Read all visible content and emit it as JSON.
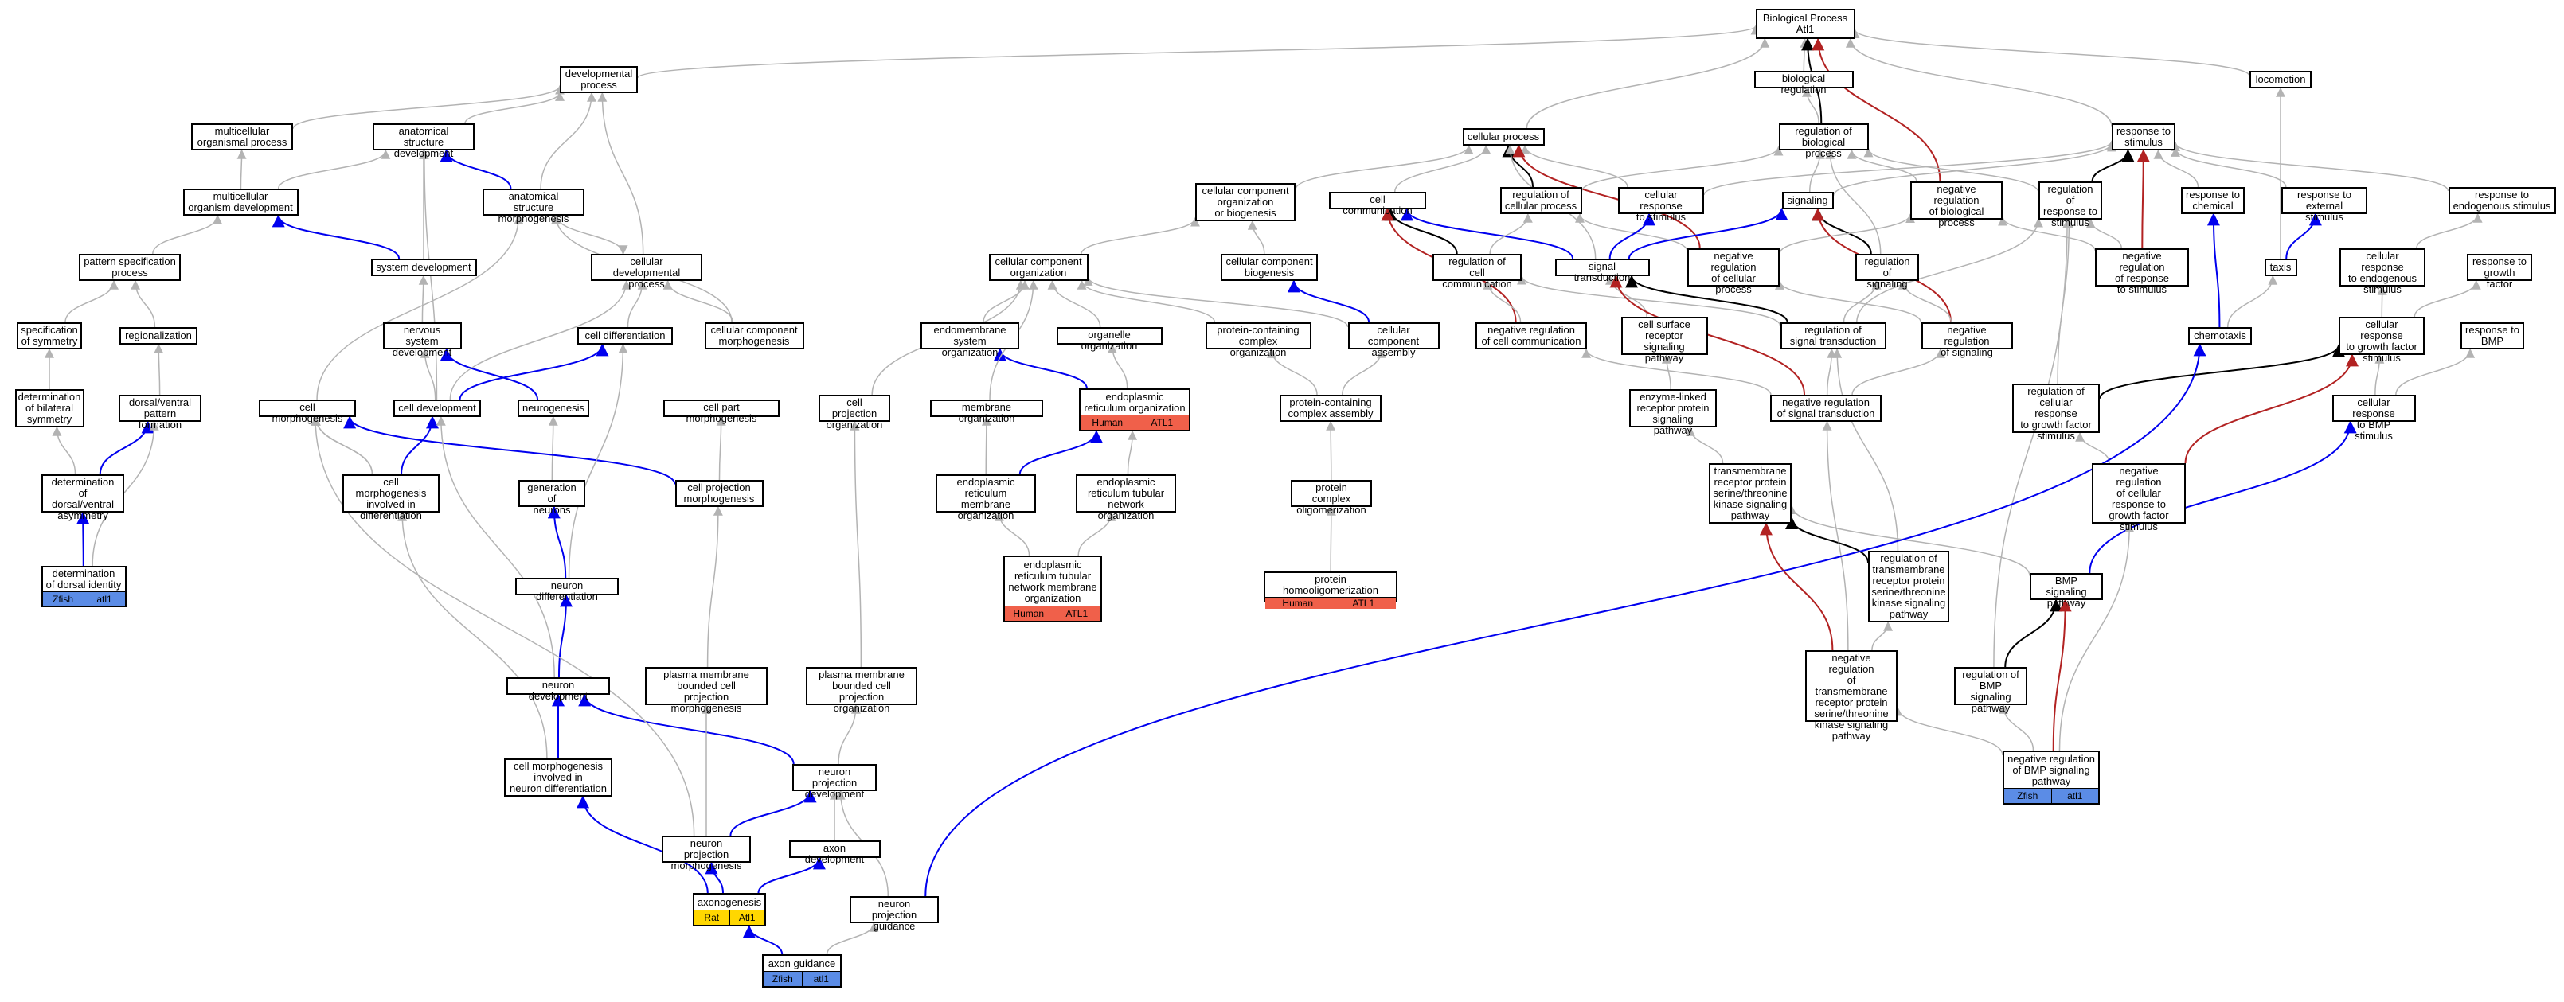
{
  "colors": {
    "gray": "#b3b3b3",
    "black": "#000000",
    "blue": "#0000ee",
    "red": "#b22222",
    "human": "#f0604a",
    "zfish": "#5b8ce6",
    "rat": "#ffd700"
  },
  "nodes": [
    {
      "id": "bp",
      "label": "Biological Process\nAtl1"
    },
    {
      "id": "dev",
      "label": "developmental\nprocess"
    },
    {
      "id": "breg",
      "label": "biological regulation"
    },
    {
      "id": "loc",
      "label": "locomotion"
    },
    {
      "id": "mop",
      "label": "multicellular\norganismal process"
    },
    {
      "id": "asd",
      "label": "anatomical structure\ndevelopment"
    },
    {
      "id": "cp",
      "label": "cellular process"
    },
    {
      "id": "rbp",
      "label": "regulation of\nbiological process"
    },
    {
      "id": "rts",
      "label": "response to\nstimulus"
    },
    {
      "id": "mod",
      "label": "multicellular\norganism development"
    },
    {
      "id": "asm",
      "label": "anatomical structure\nmorphogenesis"
    },
    {
      "id": "ccob",
      "label": "cellular component\norganization\nor biogenesis"
    },
    {
      "id": "cc",
      "label": "cell communication"
    },
    {
      "id": "rcp",
      "label": "regulation of\ncellular process"
    },
    {
      "id": "crs",
      "label": "cellular response\nto stimulus"
    },
    {
      "id": "sig",
      "label": "signaling"
    },
    {
      "id": "nrbp",
      "label": "negative regulation\nof biological\nprocess"
    },
    {
      "id": "rrs",
      "label": "regulation of\nresponse to\nstimulus"
    },
    {
      "id": "rchem",
      "label": "response to\nchemical"
    },
    {
      "id": "res",
      "label": "response to\nexternal stimulus"
    },
    {
      "id": "rend",
      "label": "response to\nendogenous stimulus"
    },
    {
      "id": "psp",
      "label": "pattern specification\nprocess"
    },
    {
      "id": "sysdev",
      "label": "system development"
    },
    {
      "id": "cdp",
      "label": "cellular developmental\nprocess"
    },
    {
      "id": "cco",
      "label": "cellular component\norganization"
    },
    {
      "id": "ccb",
      "label": "cellular component\nbiogenesis"
    },
    {
      "id": "rcc",
      "label": "regulation of\ncell communication"
    },
    {
      "id": "st",
      "label": "signal transduction"
    },
    {
      "id": "nrcp",
      "label": "negative regulation\nof cellular\nprocess"
    },
    {
      "id": "rsig",
      "label": "regulation of\nsignaling"
    },
    {
      "id": "nrrs",
      "label": "negative regulation\nof response\nto stimulus"
    },
    {
      "id": "taxis",
      "label": "taxis"
    },
    {
      "id": "crend",
      "label": "cellular response\nto endogenous\nstimulus"
    },
    {
      "id": "rgf",
      "label": "response to\ngrowth factor"
    },
    {
      "id": "sos",
      "label": "specification\nof symmetry"
    },
    {
      "id": "reg",
      "label": "regionalization"
    },
    {
      "id": "nsd",
      "label": "nervous system\ndevelopment"
    },
    {
      "id": "cdiff",
      "label": "cell differentiation"
    },
    {
      "id": "ccm",
      "label": "cellular component\nmorphogenesis"
    },
    {
      "id": "eso",
      "label": "endomembrane\nsystem organization"
    },
    {
      "id": "oo",
      "label": "organelle organization"
    },
    {
      "id": "pcco",
      "label": "protein-containing\ncomplex organization"
    },
    {
      "id": "cca",
      "label": "cellular component\nassembly"
    },
    {
      "id": "nrcc",
      "label": "negative regulation\nof cell communication"
    },
    {
      "id": "csrs",
      "label": "cell surface\nreceptor signaling\npathway"
    },
    {
      "id": "rst",
      "label": "regulation of\nsignal transduction"
    },
    {
      "id": "nrsig",
      "label": "negative regulation\nof signaling"
    },
    {
      "id": "chemo",
      "label": "chemotaxis"
    },
    {
      "id": "crgf",
      "label": "cellular response\nto growth factor\nstimulus"
    },
    {
      "id": "rbmp",
      "label": "response to\nBMP"
    },
    {
      "id": "dbs",
      "label": "determination\nof bilateral\nsymmetry"
    },
    {
      "id": "dvpf",
      "label": "dorsal/ventral\npattern formation"
    },
    {
      "id": "cmorph",
      "label": "cell morphogenesis"
    },
    {
      "id": "cdev",
      "label": "cell development"
    },
    {
      "id": "neurog",
      "label": "neurogenesis"
    },
    {
      "id": "cpm",
      "label": "cell part morphogenesis"
    },
    {
      "id": "cpo",
      "label": "cell projection\norganization"
    },
    {
      "id": "mo",
      "label": "membrane organization"
    },
    {
      "id": "ero",
      "label": "endoplasmic\nreticulum organization",
      "ann": [
        {
          "t": "Human",
          "c": "human"
        },
        {
          "t": "ATL1",
          "c": "human"
        }
      ]
    },
    {
      "id": "pcca",
      "label": "protein-containing\ncomplex assembly"
    },
    {
      "id": "elrsp",
      "label": "enzyme-linked\nreceptor protein\nsignaling pathway"
    },
    {
      "id": "nrst",
      "label": "negative regulation\nof signal transduction"
    },
    {
      "id": "rcrgf",
      "label": "regulation of\ncellular response\nto growth factor\nstimulus"
    },
    {
      "id": "crbmp",
      "label": "cellular response\nto BMP stimulus"
    },
    {
      "id": "dda",
      "label": "determination\nof dorsal/ventral\nasymmetry"
    },
    {
      "id": "cmid",
      "label": "cell morphogenesis\ninvolved in\ndifferentiation"
    },
    {
      "id": "gon",
      "label": "generation of\nneurons"
    },
    {
      "id": "cpmorph",
      "label": "cell projection\nmorphogenesis"
    },
    {
      "id": "ermo",
      "label": "endoplasmic\nreticulum membrane\norganization"
    },
    {
      "id": "ertno",
      "label": "endoplasmic\nreticulum tubular\nnetwork organization"
    },
    {
      "id": "pco",
      "label": "protein complex\noligomerization"
    },
    {
      "id": "tmrsp",
      "label": "transmembrane\nreceptor protein\nserine/threonine\nkinase signaling\npathway"
    },
    {
      "id": "nrcrgf",
      "label": "negative regulation\nof cellular\nresponse to\ngrowth factor\nstimulus"
    },
    {
      "id": "ddi",
      "label": "determination\nof dorsal identity",
      "ann": [
        {
          "t": "Zfish",
          "c": "zfish"
        },
        {
          "t": "atl1",
          "c": "zfish"
        }
      ]
    },
    {
      "id": "ndiff",
      "label": "neuron differentiation"
    },
    {
      "id": "ertnmo",
      "label": "endoplasmic\nreticulum tubular\nnetwork membrane\norganization",
      "ann": [
        {
          "t": "Human",
          "c": "human"
        },
        {
          "t": "ATL1",
          "c": "human"
        }
      ]
    },
    {
      "id": "pho",
      "label": "protein homooligomerization",
      "ann": [
        {
          "t": "Human",
          "c": "human"
        },
        {
          "t": "ATL1",
          "c": "human"
        }
      ]
    },
    {
      "id": "rtmrsp",
      "label": "regulation of\ntransmembrane\nreceptor protein\nserine/threonine\nkinase signaling\npathway"
    },
    {
      "id": "bmpsp",
      "label": "BMP signaling\npathway"
    },
    {
      "id": "ndev",
      "label": "neuron development"
    },
    {
      "id": "pmbcpm",
      "label": "plasma membrane\nbounded cell\nprojection morphogenesis"
    },
    {
      "id": "pmbcpo",
      "label": "plasma membrane\nbounded cell\nprojection organization"
    },
    {
      "id": "nrtmrsp",
      "label": "negative regulation\nof transmembrane\nreceptor protein\nserine/threonine\nkinase signaling\npathway"
    },
    {
      "id": "rbmpsp",
      "label": "regulation of\nBMP signaling\npathway"
    },
    {
      "id": "cmind",
      "label": "cell morphogenesis\ninvolved in\nneuron differentiation"
    },
    {
      "id": "npd",
      "label": "neuron projection\ndevelopment"
    },
    {
      "id": "nrbmpsp",
      "label": "negative regulation\nof BMP signaling\npathway",
      "ann": [
        {
          "t": "Zfish",
          "c": "zfish"
        },
        {
          "t": "atl1",
          "c": "zfish"
        }
      ]
    },
    {
      "id": "npm",
      "label": "neuron projection\nmorphogenesis"
    },
    {
      "id": "axdev",
      "label": "axon development"
    },
    {
      "id": "axgen",
      "label": "axonogenesis",
      "ann": [
        {
          "t": "Rat",
          "c": "rat"
        },
        {
          "t": "Atl1",
          "c": "rat"
        }
      ]
    },
    {
      "id": "npg",
      "label": "neuron projection\nguidance"
    },
    {
      "id": "axg",
      "label": "axon guidance",
      "ann": [
        {
          "t": "Zfish",
          "c": "zfish"
        },
        {
          "t": "atl1",
          "c": "zfish"
        }
      ]
    }
  ],
  "edges": [
    [
      "dev",
      "bp",
      "gray"
    ],
    [
      "breg",
      "bp",
      "gray"
    ],
    [
      "loc",
      "bp",
      "gray"
    ],
    [
      "cp",
      "bp",
      "gray"
    ],
    [
      "rbp",
      "bp",
      "black"
    ],
    [
      "nrbp",
      "bp",
      "red"
    ],
    [
      "rts",
      "bp",
      "gray"
    ],
    [
      "mop",
      "dev",
      "gray"
    ],
    [
      "asd",
      "dev",
      "gray"
    ],
    [
      "asm",
      "dev",
      "gray"
    ],
    [
      "cdp",
      "dev",
      "gray"
    ],
    [
      "rbp",
      "breg",
      "gray"
    ],
    [
      "mod",
      "mop",
      "gray"
    ],
    [
      "mod",
      "asd",
      "gray"
    ],
    [
      "sysdev",
      "asd",
      "gray"
    ],
    [
      "asm",
      "asd",
      "blue"
    ],
    [
      "cdev",
      "asd",
      "gray"
    ],
    [
      "ccob",
      "cp",
      "gray"
    ],
    [
      "cc",
      "cp",
      "gray"
    ],
    [
      "rcp",
      "cp",
      "black"
    ],
    [
      "crs",
      "cp",
      "gray"
    ],
    [
      "st",
      "cp",
      "gray"
    ],
    [
      "nrcp",
      "cp",
      "red"
    ],
    [
      "rcp",
      "rbp",
      "gray"
    ],
    [
      "sig",
      "rbp",
      "gray"
    ],
    [
      "nrbp",
      "rbp",
      "gray"
    ],
    [
      "rrs",
      "rbp",
      "gray"
    ],
    [
      "rsig",
      "rbp",
      "gray"
    ],
    [
      "crs",
      "rts",
      "gray"
    ],
    [
      "sig",
      "rts",
      "gray"
    ],
    [
      "rrs",
      "rts",
      "black"
    ],
    [
      "nrrs",
      "rts",
      "red"
    ],
    [
      "rchem",
      "rts",
      "gray"
    ],
    [
      "res",
      "rts",
      "gray"
    ],
    [
      "rend",
      "rts",
      "gray"
    ],
    [
      "psp",
      "mod",
      "gray"
    ],
    [
      "sysdev",
      "mod",
      "blue"
    ],
    [
      "cmorph",
      "asm",
      "gray"
    ],
    [
      "ccm",
      "asm",
      "gray"
    ],
    [
      "cco",
      "ccob",
      "gray"
    ],
    [
      "ccb",
      "ccob",
      "gray"
    ],
    [
      "st",
      "cc",
      "blue"
    ],
    [
      "rcc",
      "cc",
      "black"
    ],
    [
      "nrcc",
      "cc",
      "red"
    ],
    [
      "nrcp",
      "rcp",
      "gray"
    ],
    [
      "rcc",
      "rcp",
      "gray"
    ],
    [
      "st",
      "crs",
      "blue"
    ],
    [
      "st",
      "sig",
      "blue"
    ],
    [
      "rsig",
      "sig",
      "black"
    ],
    [
      "nrsig",
      "sig",
      "red"
    ],
    [
      "nrcp",
      "nrbp",
      "gray"
    ],
    [
      "nrrs",
      "nrbp",
      "gray"
    ],
    [
      "nrrs",
      "rrs",
      "gray"
    ],
    [
      "rst",
      "rrs",
      "gray"
    ],
    [
      "rcrgf",
      "rrs",
      "gray"
    ],
    [
      "chemo",
      "rchem",
      "blue"
    ],
    [
      "taxis",
      "res",
      "blue"
    ],
    [
      "taxis",
      "loc",
      "gray"
    ],
    [
      "crend",
      "rend",
      "gray"
    ],
    [
      "sos",
      "psp",
      "gray"
    ],
    [
      "reg",
      "psp",
      "gray"
    ],
    [
      "nsd",
      "sysdev",
      "gray"
    ],
    [
      "cdiff",
      "cdp",
      "gray"
    ],
    [
      "cdev",
      "cdp",
      "gray"
    ],
    [
      "ccm",
      "cdp",
      "gray"
    ],
    [
      "eso",
      "cco",
      "gray"
    ],
    [
      "oo",
      "cco",
      "gray"
    ],
    [
      "pcco",
      "cco",
      "gray"
    ],
    [
      "cca",
      "ccb",
      "blue"
    ],
    [
      "cpo",
      "cco",
      "gray"
    ],
    [
      "cca",
      "cco",
      "gray"
    ],
    [
      "nrcc",
      "rcc",
      "gray"
    ],
    [
      "rst",
      "rcc",
      "gray"
    ],
    [
      "csrs",
      "st",
      "gray"
    ],
    [
      "rst",
      "st",
      "black"
    ],
    [
      "nrst",
      "st",
      "red"
    ],
    [
      "rst",
      "rsig",
      "gray"
    ],
    [
      "nrsig",
      "rsig",
      "gray"
    ],
    [
      "nrsig",
      "nrcp",
      "gray"
    ],
    [
      "chemo",
      "taxis",
      "gray"
    ],
    [
      "crgf",
      "rgf",
      "gray"
    ],
    [
      "crgf",
      "crend",
      "gray"
    ],
    [
      "dbs",
      "sos",
      "gray"
    ],
    [
      "dvpf",
      "reg",
      "gray"
    ],
    [
      "cdev",
      "nsd",
      "gray"
    ],
    [
      "neurog",
      "nsd",
      "blue"
    ],
    [
      "cdev",
      "cdiff",
      "blue"
    ],
    [
      "ero",
      "eso",
      "blue"
    ],
    [
      "ero",
      "oo",
      "gray"
    ],
    [
      "pcca",
      "pcco",
      "gray"
    ],
    [
      "pcca",
      "cca",
      "gray"
    ],
    [
      "elrsp",
      "csrs",
      "gray"
    ],
    [
      "nrst",
      "nrcc",
      "gray"
    ],
    [
      "nrst",
      "rst",
      "gray"
    ],
    [
      "nrst",
      "nrsig",
      "gray"
    ],
    [
      "rcrgf",
      "crgf",
      "black"
    ],
    [
      "nrcrgf",
      "crgf",
      "red"
    ],
    [
      "crbmp",
      "crgf",
      "gray"
    ],
    [
      "crbmp",
      "rbmp",
      "gray"
    ],
    [
      "dda",
      "dbs",
      "gray"
    ],
    [
      "dda",
      "dvpf",
      "blue"
    ],
    [
      "cmid",
      "cmorph",
      "gray"
    ],
    [
      "cmid",
      "cdev",
      "blue"
    ],
    [
      "gon",
      "neurog",
      "gray"
    ],
    [
      "cpmorph",
      "cmorph",
      "blue"
    ],
    [
      "cpmorph",
      "cpm",
      "gray"
    ],
    [
      "mo",
      "cco",
      "gray"
    ],
    [
      "ermo",
      "mo",
      "gray"
    ],
    [
      "ermo",
      "ero",
      "blue"
    ],
    [
      "ertno",
      "ero",
      "gray"
    ],
    [
      "pco",
      "pcca",
      "gray"
    ],
    [
      "tmrsp",
      "elrsp",
      "gray"
    ],
    [
      "nrcrgf",
      "rcrgf",
      "gray"
    ],
    [
      "ddi",
      "dvpf",
      "gray"
    ],
    [
      "ddi",
      "dda",
      "blue"
    ],
    [
      "ndiff",
      "gon",
      "blue"
    ],
    [
      "ndiff",
      "cdiff",
      "gray"
    ],
    [
      "ertnmo",
      "ermo",
      "gray"
    ],
    [
      "ertnmo",
      "ertno",
      "gray"
    ],
    [
      "pho",
      "pco",
      "gray"
    ],
    [
      "rtmrsp",
      "tmrsp",
      "black"
    ],
    [
      "rtmrsp",
      "rst",
      "gray"
    ],
    [
      "bmpsp",
      "tmrsp",
      "gray"
    ],
    [
      "bmpsp",
      "crbmp",
      "blue"
    ],
    [
      "ndev",
      "ndiff",
      "blue"
    ],
    [
      "ndev",
      "cdev",
      "gray"
    ],
    [
      "pmbcpm",
      "cpmorph",
      "gray"
    ],
    [
      "pmbcpo",
      "cpo",
      "gray"
    ],
    [
      "nrtmrsp",
      "tmrsp",
      "red"
    ],
    [
      "nrtmrsp",
      "rtmrsp",
      "gray"
    ],
    [
      "nrtmrsp",
      "nrst",
      "gray"
    ],
    [
      "rbmpsp",
      "bmpsp",
      "black"
    ],
    [
      "rbmpsp",
      "rrs",
      "gray"
    ],
    [
      "cmind",
      "ndev",
      "blue"
    ],
    [
      "cmind",
      "cmid",
      "gray"
    ],
    [
      "npd",
      "ndev",
      "blue"
    ],
    [
      "npd",
      "pmbcpo",
      "gray"
    ],
    [
      "nrbmpsp",
      "bmpsp",
      "red"
    ],
    [
      "nrbmpsp",
      "rbmpsp",
      "gray"
    ],
    [
      "nrbmpsp",
      "nrtmrsp",
      "gray"
    ],
    [
      "nrbmpsp",
      "nrcrgf",
      "gray"
    ],
    [
      "npm",
      "npd",
      "blue"
    ],
    [
      "npm",
      "pmbcpm",
      "gray"
    ],
    [
      "axdev",
      "npd",
      "gray"
    ],
    [
      "axgen",
      "npm",
      "blue"
    ],
    [
      "axgen",
      "axdev",
      "blue"
    ],
    [
      "axgen",
      "cmind",
      "blue"
    ],
    [
      "npg",
      "npd",
      "gray"
    ],
    [
      "npg",
      "chemo",
      "blue"
    ],
    [
      "axg",
      "axgen",
      "blue"
    ],
    [
      "axg",
      "npg",
      "gray"
    ],
    [
      "npm",
      "cmorph",
      "gray"
    ],
    [
      "cmid",
      "cmorph",
      "gray"
    ],
    [
      "asm",
      "cdp",
      "gray"
    ]
  ]
}
